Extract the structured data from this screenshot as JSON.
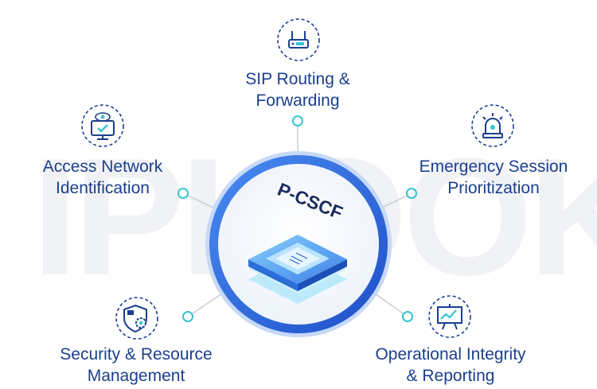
{
  "watermark": "IPLOOK",
  "center": {
    "label": "P-CSCF"
  },
  "nodes": [
    {
      "id": "sip",
      "line1": "SIP Routing &",
      "line2": "Forwarding",
      "icon": "router-icon"
    },
    {
      "id": "access",
      "line1": "Access Network",
      "line2": "Identification",
      "icon": "monitor-check-icon"
    },
    {
      "id": "emergency",
      "line1": "Emergency Session",
      "line2": "Prioritization",
      "icon": "siren-icon"
    },
    {
      "id": "security",
      "line1": "Security & Resource",
      "line2": "Management",
      "icon": "shield-gear-icon"
    },
    {
      "id": "operational",
      "line1": "Operational Integrity",
      "line2": "& Reporting",
      "icon": "presentation-chart-icon"
    }
  ],
  "colors": {
    "label": "#1b3f8f",
    "accent": "#35c4d0",
    "ring": "#2563d9",
    "watermark": "#f1f2f5"
  }
}
